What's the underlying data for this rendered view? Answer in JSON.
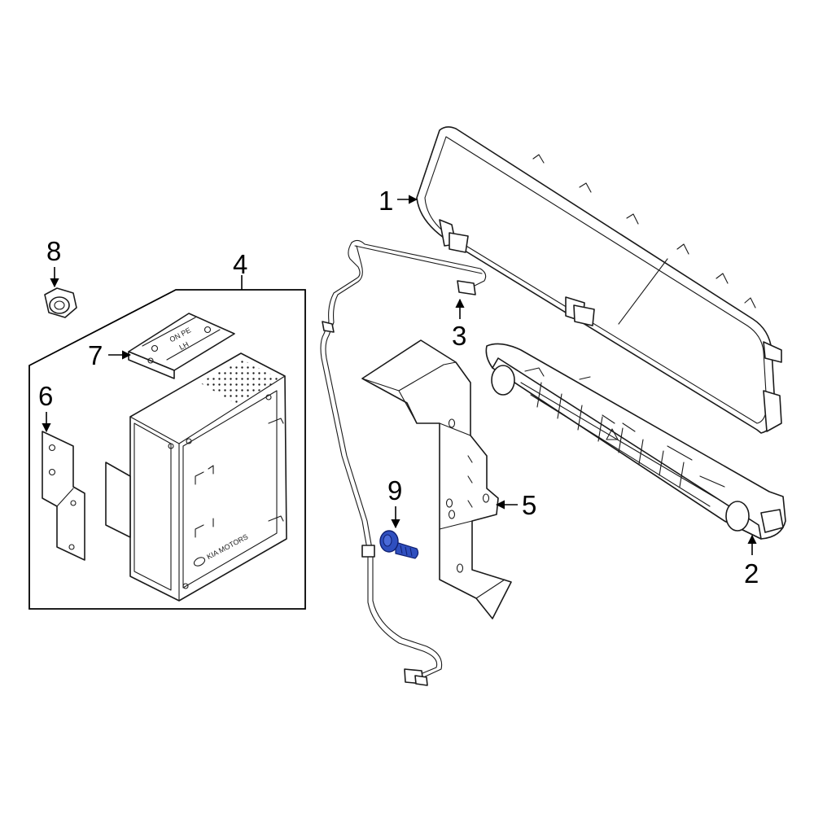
{
  "diagram": {
    "callouts": [
      {
        "id": "1",
        "label": "1"
      },
      {
        "id": "2",
        "label": "2"
      },
      {
        "id": "3",
        "label": "3"
      },
      {
        "id": "4",
        "label": "4"
      },
      {
        "id": "5",
        "label": "5"
      },
      {
        "id": "6",
        "label": "6"
      },
      {
        "id": "7",
        "label": "7"
      },
      {
        "id": "8",
        "label": "8"
      },
      {
        "id": "9",
        "label": "9"
      }
    ],
    "highlight_color": "#2f4fbf",
    "bracket_markings": [
      "ON PE",
      "LH"
    ],
    "unit_logo_text": "KIA MOTORS"
  }
}
